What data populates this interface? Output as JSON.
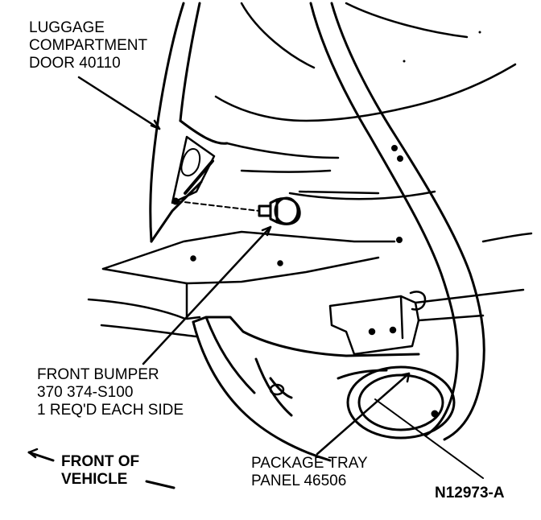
{
  "labels": {
    "luggage_door": [
      "LUGGAGE",
      "COMPARTMENT",
      "DOOR 40110"
    ],
    "front_bumper": [
      "FRONT BUMPER",
      "370 374-S100",
      "1 REQ'D EACH SIDE"
    ],
    "front_of_vehicle": [
      "FRONT OF",
      "VEHICLE"
    ],
    "package_tray": [
      "PACKAGE TRAY",
      "PANEL 46506"
    ],
    "figure_id": "N12973-A"
  },
  "colors": {
    "ink": "#000000",
    "paper": "#ffffff"
  }
}
